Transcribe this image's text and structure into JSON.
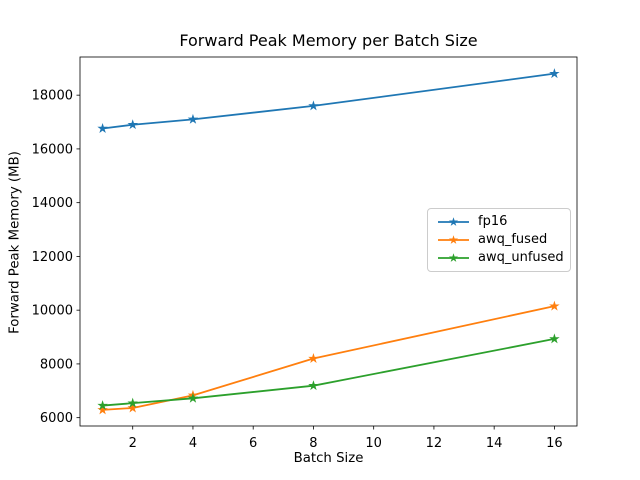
{
  "chart_data": {
    "type": "line",
    "title": "Forward Peak Memory per Batch Size",
    "xlabel": "Batch Size",
    "ylabel": "Forward Peak Memory (MB)",
    "x": [
      1,
      2,
      4,
      8,
      16
    ],
    "series": [
      {
        "name": "fp16",
        "color": "#1f77b4",
        "marker": "star",
        "values": [
          16760,
          16900,
          17100,
          17600,
          18800
        ]
      },
      {
        "name": "awq_fused",
        "color": "#ff7f0e",
        "marker": "star",
        "values": [
          6290,
          6360,
          6830,
          8200,
          10150
        ]
      },
      {
        "name": "awq_unfused",
        "color": "#2ca02c",
        "marker": "star",
        "values": [
          6450,
          6540,
          6720,
          7190,
          8930
        ]
      }
    ],
    "xticks": [
      2,
      4,
      6,
      8,
      10,
      12,
      14,
      16
    ],
    "yticks": [
      6000,
      8000,
      10000,
      12000,
      14000,
      16000,
      18000
    ],
    "xlim": [
      0.25,
      16.75
    ],
    "ylim": [
      5690,
      19420
    ],
    "grid": false,
    "legend_position": "center right",
    "spine_color": "#000000",
    "background": "#ffffff"
  }
}
